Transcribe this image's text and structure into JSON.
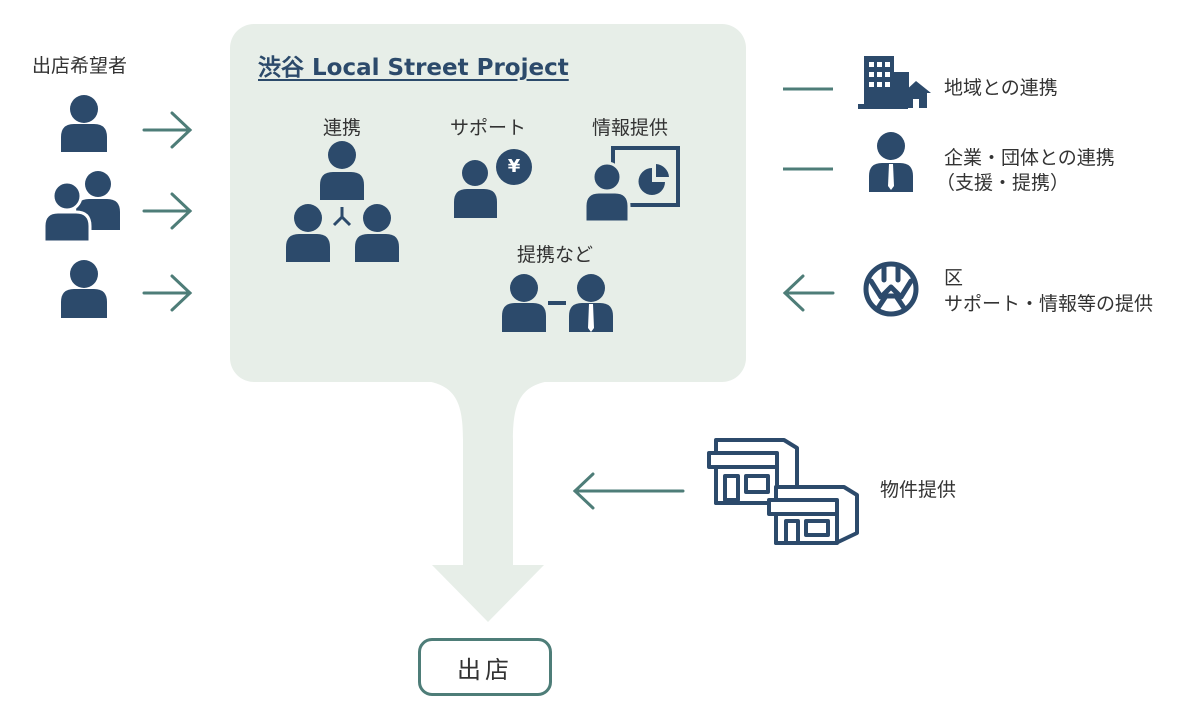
{
  "applicants_label": "出店希望者",
  "project": {
    "title": "渋谷 Local Street Project",
    "items": {
      "collaboration": "連携",
      "support": "サポート",
      "information": "情報提供",
      "partnership": "提携など"
    },
    "yen_symbol": "¥"
  },
  "partners": {
    "region": "地域との連携",
    "companies_line1": "企業・団体との連携",
    "companies_line2": "（支援・提携）",
    "ward_line1": "区",
    "ward_line2": "サポート・情報等の提供",
    "property": "物件提供"
  },
  "outcome": "出店",
  "colors": {
    "navy": "#2c4a6b",
    "teal": "#4e7d78",
    "panel": "#e7eee8"
  },
  "icons": [
    "person-icon",
    "group-icon",
    "building-icon",
    "businessman-icon",
    "ward-emblem-icon",
    "shop-icon",
    "yen-icon",
    "chart-icon",
    "arrow-right-icon",
    "arrow-left-icon"
  ]
}
